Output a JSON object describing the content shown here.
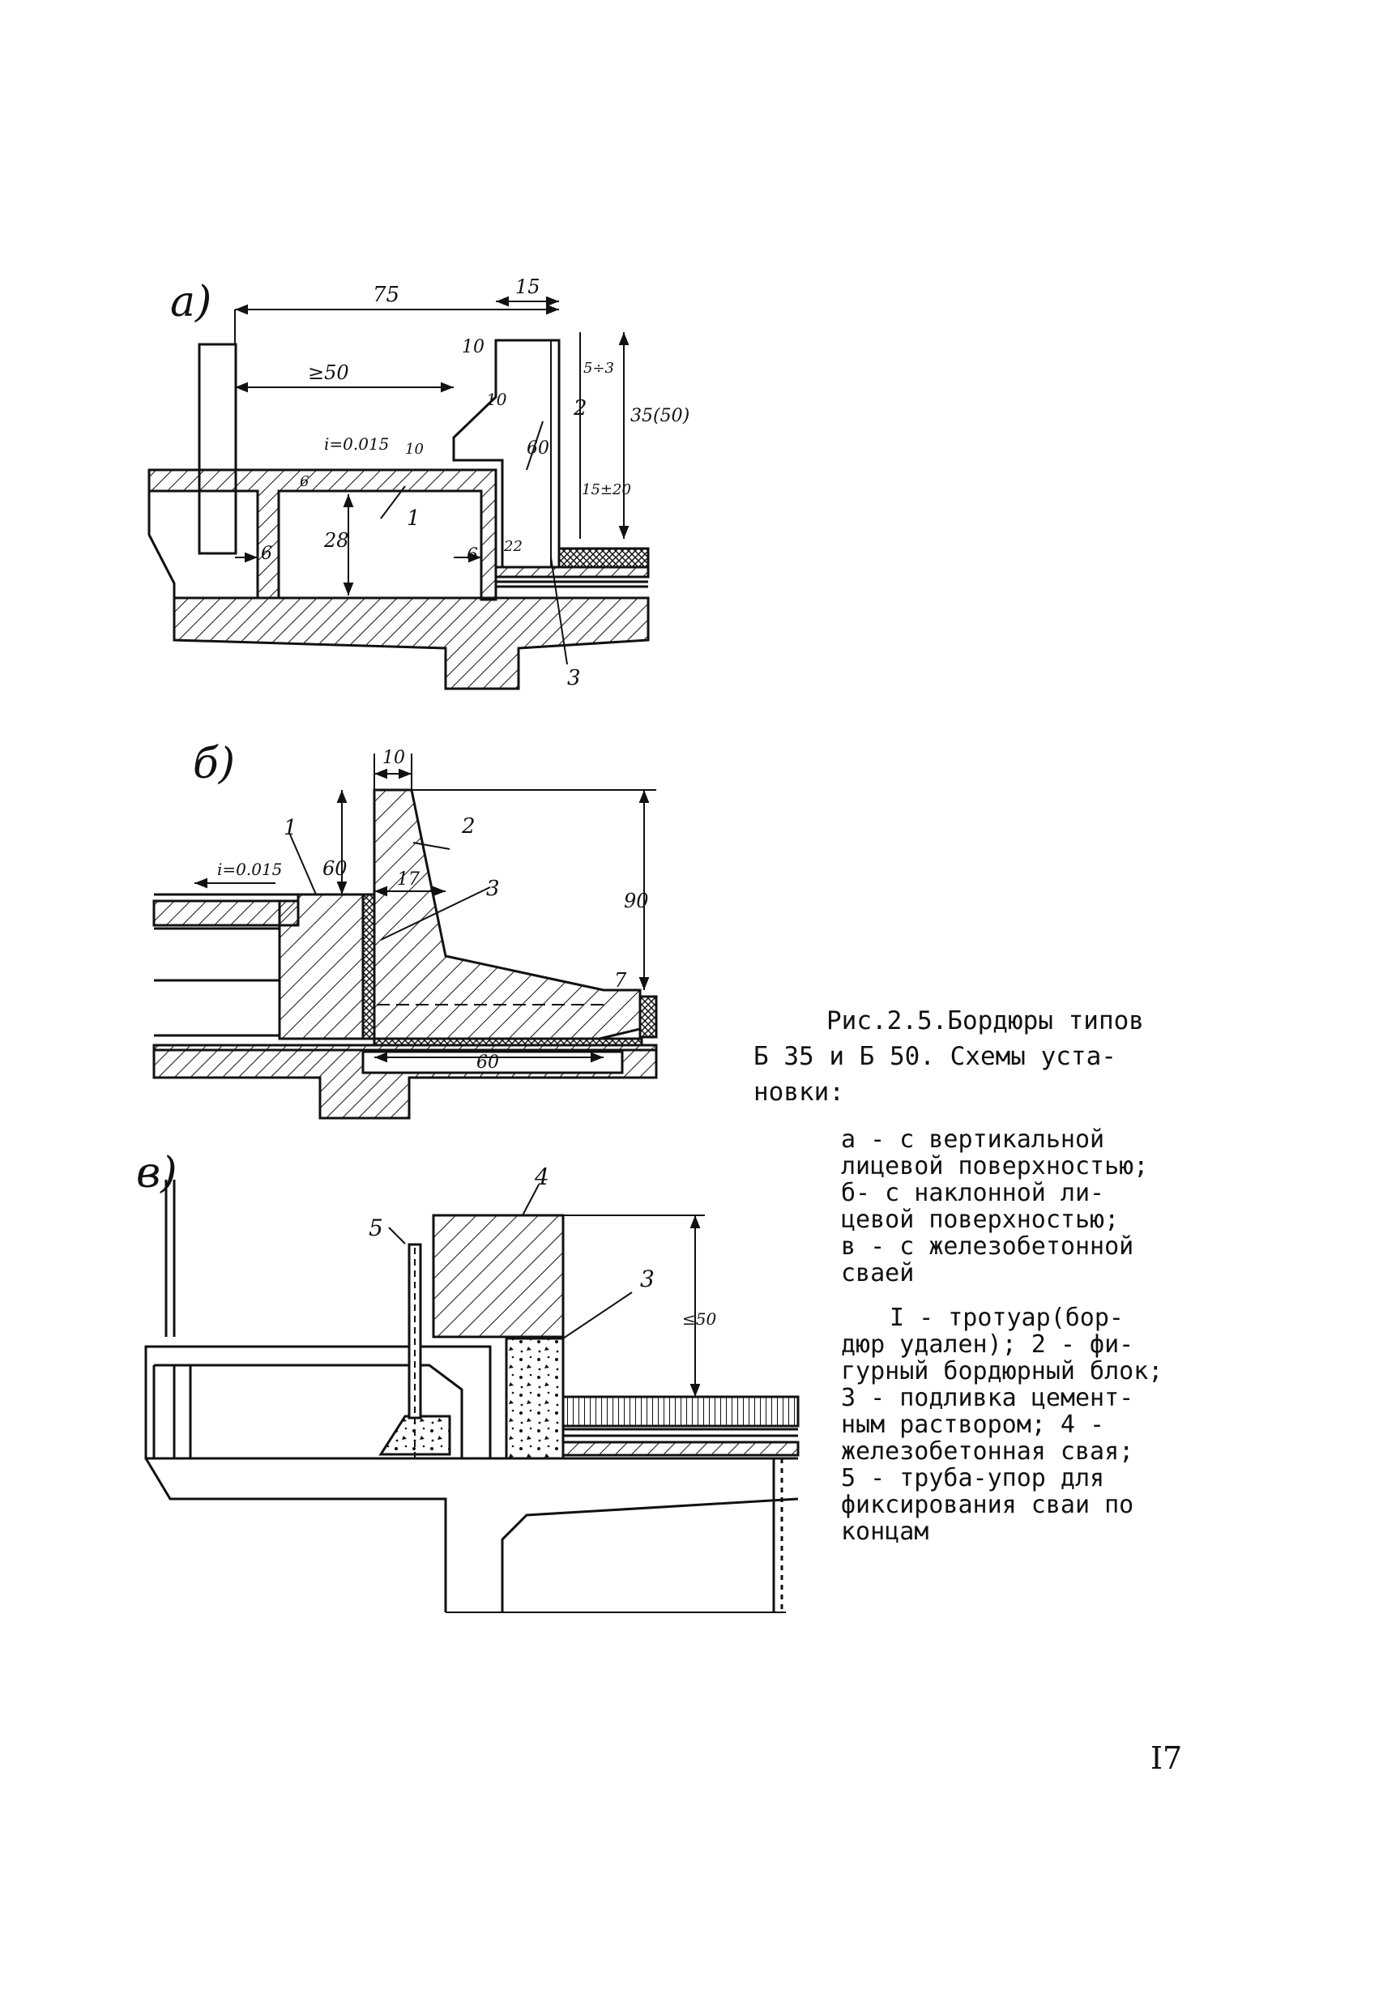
{
  "figure": {
    "panel_a": {
      "label": "а)",
      "dims": [
        "75",
        "15",
        "10",
        "≥50",
        "10",
        "i=0.015",
        "10",
        "60",
        "5÷3",
        "15±20",
        "35(50)",
        "28",
        "6",
        "6",
        "6",
        "22"
      ],
      "callouts": [
        "1",
        "2",
        "3"
      ]
    },
    "panel_b": {
      "label": "б)",
      "dims": [
        "10",
        "60",
        "i=0.015",
        "17",
        "90",
        "7",
        "60"
      ],
      "callouts": [
        "1",
        "2",
        "3"
      ]
    },
    "panel_v": {
      "label": "в)",
      "dims": [
        "≤50"
      ],
      "callouts": [
        "4",
        "5",
        "3"
      ]
    }
  },
  "caption": {
    "title_lines": [
      "Рис.2.5.Бордюры типов",
      "Б 35 и Б 50. Схемы уста-",
      "новки:"
    ],
    "variants": [
      "а - с вертикальной",
      "лицевой поверхностью;",
      "б- с наклонной ли-",
      "цевой поверхностью;",
      "в - с железобетонной",
      "сваей"
    ],
    "legend": [
      "I - тротуар(бор-",
      "дюр удален); 2 - фи-",
      "гурный бордюрный блок;",
      "3 - подливка цемент-",
      "ным раствором; 4 -",
      "железобетонная свая;",
      "5 - труба-упор для",
      "фиксирования сваи по",
      "концам"
    ]
  },
  "page_number": "I7"
}
